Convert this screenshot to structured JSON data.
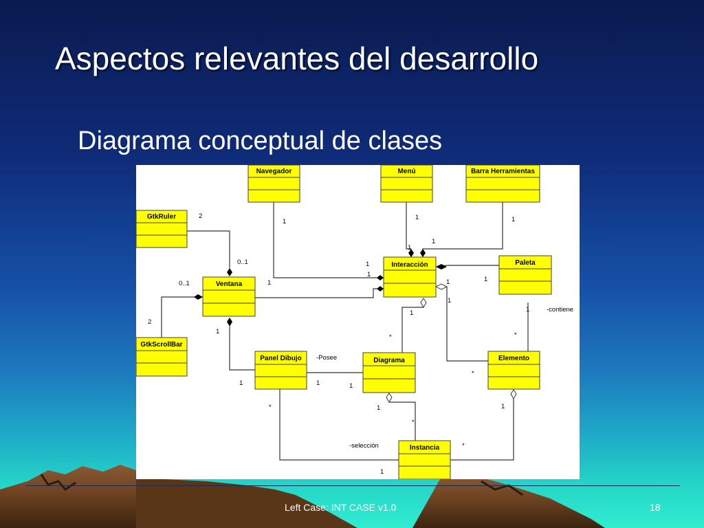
{
  "slide": {
    "title": "Aspectos relevantes del desarrollo",
    "subtitle": "Diagrama conceptual de clases",
    "footer": "Left Case: INT CASE v1.0",
    "page_number": "18"
  },
  "diagram": {
    "classes": {
      "navegador": "Navegador",
      "menu": "Menú",
      "barra": "Barra Herramientas",
      "gtkruler": "GtkRuler",
      "interaccion": "Interacción",
      "paleta": "Paleta",
      "ventana": "Ventana",
      "gtkscrollbar": "GtkScrollBar",
      "panel_dibujo": "Panel Dibujo",
      "diagrama": "Diagrama",
      "elemento": "Elemento",
      "instancia": "Instancia"
    },
    "labels": {
      "nav_1": "1",
      "menu_1": "1",
      "barra_1": "1",
      "ruler_2": "2",
      "ruler_01": "0..1",
      "int_m1": "1",
      "int_b1": "1",
      "int_n1": "1",
      "int_v1": "1",
      "win_01": "0..1",
      "win_1": "1",
      "paleta_1": "1",
      "int_p1": "1",
      "int_e1": "1",
      "contiene": "-contiene",
      "pal_c1": "1",
      "elem_star": "*",
      "scroll_2": "2",
      "win_p1": "1",
      "int_d1": "1",
      "diag_star": "*",
      "elem_star2": "*",
      "posee": "-Posee",
      "panel_1": "1",
      "posee_1": "1",
      "diag_1": "1",
      "panel_star": "*",
      "diag_i1": "1",
      "inst_star": "*",
      "elem_i1": "1",
      "inst_star2": "*",
      "seleccion": "-selección",
      "inst_1": "1"
    }
  },
  "colors": {
    "class_fill": "#ffff00",
    "class_stroke": "#404040",
    "line": "#333333",
    "panel_bg": "#ffffff"
  }
}
